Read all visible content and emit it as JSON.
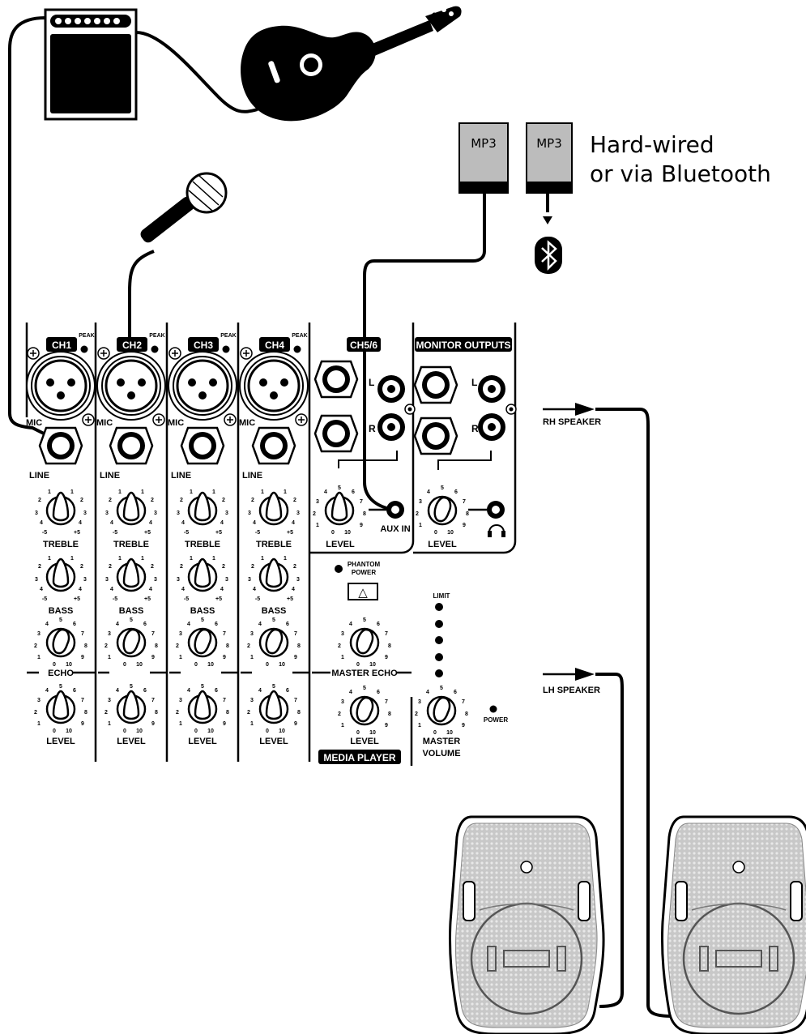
{
  "caption": {
    "line1": "Hard-wired",
    "line2": "or via Bluetooth"
  },
  "mp3": {
    "label": "MP3"
  },
  "channels": [
    {
      "id": "CH1",
      "mic": "MIC",
      "line": "LINE",
      "peak": "PEAK"
    },
    {
      "id": "CH2",
      "mic": "MIC",
      "line": "LINE",
      "peak": "PEAK"
    },
    {
      "id": "CH3",
      "mic": "MIC",
      "line": "LINE",
      "peak": "PEAK"
    },
    {
      "id": "CH4",
      "mic": "MIC",
      "line": "LINE",
      "peak": "PEAK"
    }
  ],
  "knob_labels": {
    "treble": "TREBLE",
    "bass": "BASS",
    "echo": "ECHO",
    "level": "LEVEL"
  },
  "eq_scale": [
    "1",
    "2",
    "3",
    "4",
    "-5",
    "1",
    "2",
    "3",
    "4",
    "+5"
  ],
  "level_scale": [
    "0",
    "1",
    "2",
    "3",
    "4",
    "5",
    "6",
    "7",
    "8",
    "9",
    "10"
  ],
  "ch56": {
    "title": "CH5/6",
    "l": "L",
    "r": "R",
    "level": "LEVEL",
    "aux": "AUX IN"
  },
  "monitor": {
    "title": "MONITOR OUTPUTS",
    "l": "L",
    "r": "R",
    "level": "LEVEL"
  },
  "phantom": {
    "line1": "PHANTOM",
    "line2": "POWER",
    "switch": "△"
  },
  "master_echo": "MASTER ECHO",
  "media_player": {
    "level": "LEVEL",
    "badge": "MEDIA PLAYER"
  },
  "limit": "LIMIT",
  "master_volume": {
    "line1": "MASTER",
    "line2": "VOLUME"
  },
  "power": "POWER",
  "speakers": {
    "rh": "RH SPEAKER",
    "lh": "LH SPEAKER"
  }
}
